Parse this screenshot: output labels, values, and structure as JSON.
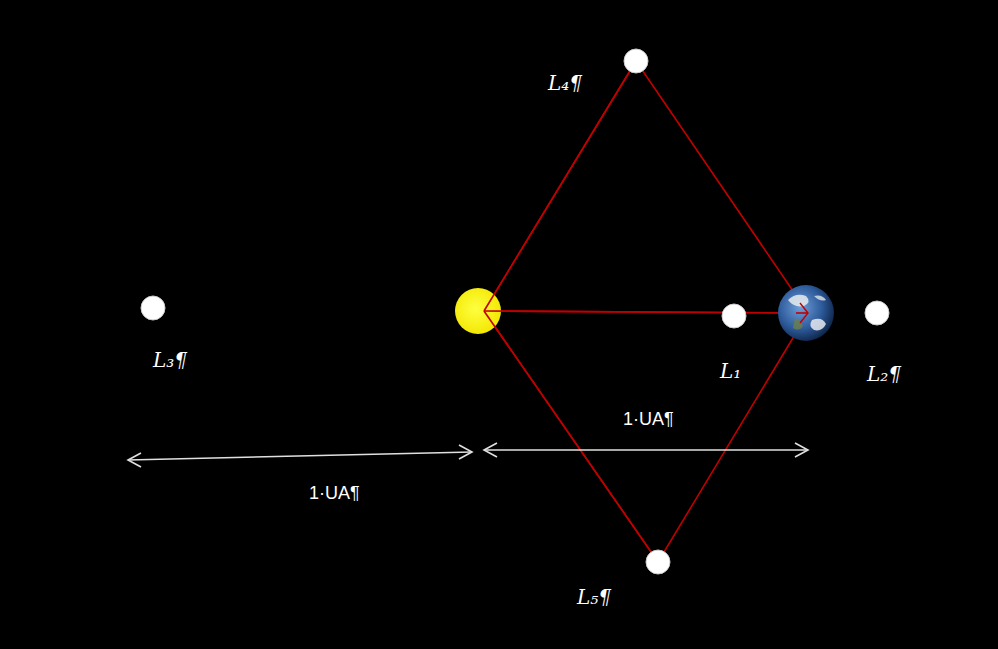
{
  "diagram": {
    "labels": [
      "L₄¶",
      "L₃¶",
      "L₁",
      "L₂¶",
      "1·UA¶",
      "1·UA¶",
      "L₅¶"
    ]
  }
}
